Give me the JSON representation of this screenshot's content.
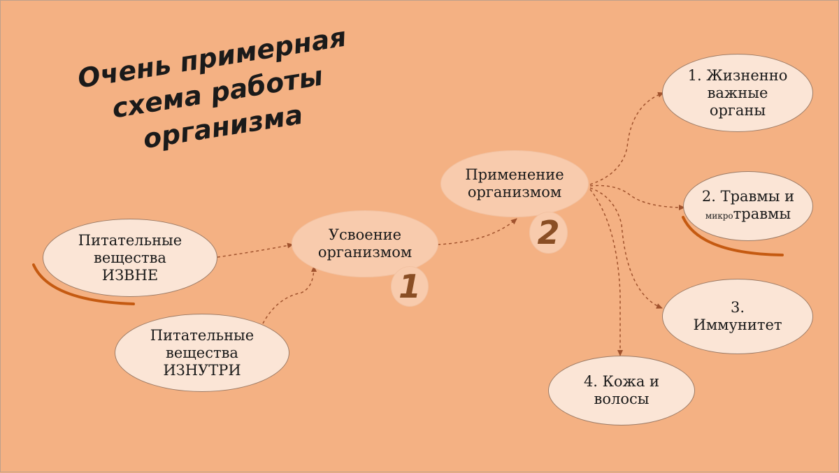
{
  "title": {
    "line1": "Очень примерная",
    "line2": "схема работы",
    "line3": "организма"
  },
  "nodes": {
    "external": {
      "line1": "Питательные",
      "line2": "вещества",
      "line3": "ИЗВНЕ"
    },
    "internal": {
      "line1": "Питательные",
      "line2": "вещества",
      "line3": "ИЗНУТРИ"
    },
    "absorption": {
      "line1": "Усвоение",
      "line2": "организмом"
    },
    "application": {
      "line1": "Применение",
      "line2": "организмом"
    },
    "vital": {
      "line1": "1. Жизненно",
      "line2": "важные",
      "line3": "органы"
    },
    "injuries": {
      "line1": "2. Травмы и",
      "prefix": "микро",
      "suffix": "травмы"
    },
    "immunity": {
      "line1": "3.",
      "line2": "Иммунитет"
    },
    "skin": {
      "line1": "4. Кожа и",
      "line2": "волосы"
    }
  },
  "badges": {
    "one": "1",
    "two": "2"
  },
  "colors": {
    "background": "#f4b183",
    "node_fill": "#fbe5d6",
    "node_light_fill": "#f8cbad",
    "arrow": "#a0522d",
    "accent_stroke": "#c55a11",
    "badge_text": "#8a4e24"
  }
}
